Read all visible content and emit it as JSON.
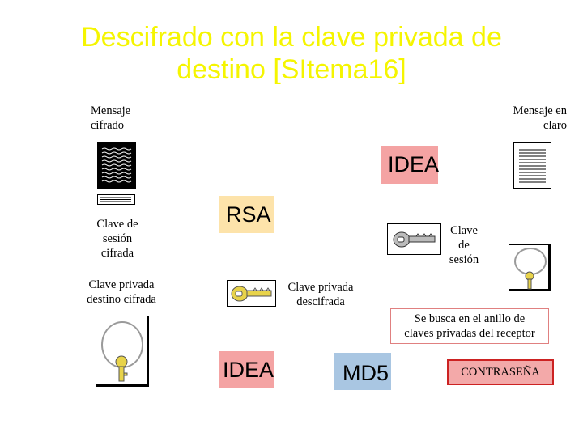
{
  "title_line1": "Descifrado con la clave privada de",
  "title_line2": "destino [SItema16]",
  "labels": {
    "cipher_msg": [
      "Mensaje",
      "cifrado"
    ],
    "plain_msg": [
      "Mensaje en",
      "claro"
    ],
    "session_key_enc": [
      "Clave de",
      "sesión",
      "cifrada"
    ],
    "session_key": [
      "Clave",
      "de",
      "sesión"
    ],
    "privkey_enc": [
      "Clave privada",
      "destino cifrada"
    ],
    "privkey_dec": [
      "Clave privada",
      "descifrada"
    ],
    "search_note": [
      "Se busca en el anillo de",
      "claves privadas del receptor"
    ]
  },
  "boxes": {
    "idea_top": "IDEA",
    "rsa": "RSA",
    "idea_bottom": "IDEA",
    "md5": "MD5",
    "password": "CONTRASEÑA"
  },
  "colors": {
    "title": "#f5f500",
    "idea": "#f4a3a3",
    "rsa": "#fde3aa",
    "md5": "#a9c6e2",
    "password_bg": "#f3a9a9",
    "password_border": "#cc2222",
    "note_border": "#e08080"
  },
  "icons": [
    "cipher-document-icon",
    "plain-document-icon",
    "encrypted-session-key-icon",
    "session-key-icon",
    "private-key-icon",
    "key-ring-icon"
  ]
}
